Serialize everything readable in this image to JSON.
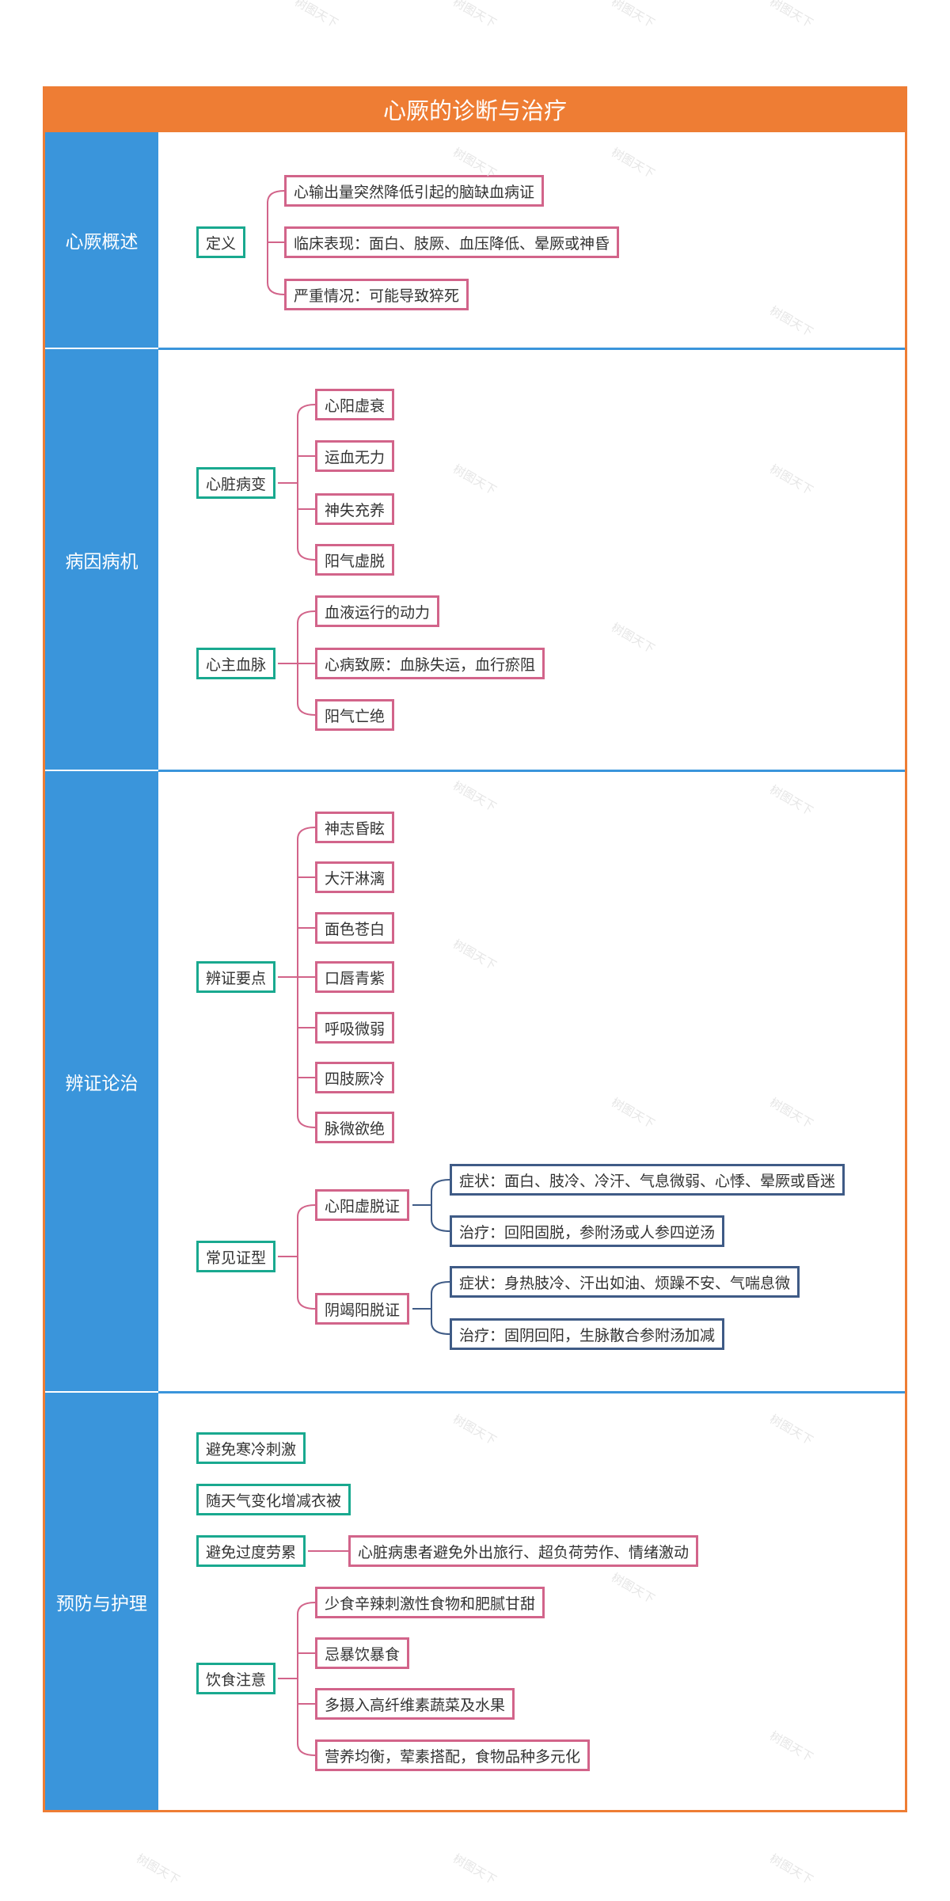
{
  "title": "心厥的诊断与治疗",
  "watermark": "树图天下",
  "colors": {
    "header": "#ee7d34",
    "section": "#3a95db",
    "level1_border": "#19a98f",
    "level2_border": "#d2648a",
    "level3_border": "#3f5b86"
  },
  "sections": [
    {
      "label": "心厥概述",
      "groups": [
        {
          "label": "定义",
          "children": [
            {
              "label": "心输出量突然降低引起的脑缺血病证"
            },
            {
              "label": "临床表现：面白、肢厥、血压降低、晕厥或神昏"
            },
            {
              "label": "严重情况：可能导致猝死"
            }
          ]
        }
      ]
    },
    {
      "label": "病因病机",
      "groups": [
        {
          "label": "心脏病变",
          "children": [
            {
              "label": "心阳虚衰"
            },
            {
              "label": "运血无力"
            },
            {
              "label": "神失充养"
            },
            {
              "label": "阳气虚脱"
            }
          ]
        },
        {
          "label": "心主血脉",
          "children": [
            {
              "label": "血液运行的动力"
            },
            {
              "label": "心病致厥：血脉失运，血行瘀阻"
            },
            {
              "label": "阳气亡绝"
            }
          ]
        }
      ]
    },
    {
      "label": "辨证论治",
      "groups": [
        {
          "label": "辨证要点",
          "children": [
            {
              "label": "神志昏眩"
            },
            {
              "label": "大汗淋漓"
            },
            {
              "label": "面色苍白"
            },
            {
              "label": "口唇青紫"
            },
            {
              "label": "呼吸微弱"
            },
            {
              "label": "四肢厥冷"
            },
            {
              "label": "脉微欲绝"
            }
          ]
        },
        {
          "label": "常见证型",
          "children": [
            {
              "label": "心阳虚脱证",
              "children": [
                {
                  "label": "症状：面白、肢冷、冷汗、气息微弱、心悸、晕厥或昏迷"
                },
                {
                  "label": "治疗：回阳固脱，参附汤或人参四逆汤"
                }
              ]
            },
            {
              "label": "阴竭阳脱证",
              "children": [
                {
                  "label": "症状：身热肢冷、汗出如油、烦躁不安、气喘息微"
                },
                {
                  "label": "治疗：固阴回阳，生脉散合参附汤加减"
                }
              ]
            }
          ]
        }
      ]
    },
    {
      "label": "预防与护理",
      "groups": [
        {
          "label": "避免寒冷刺激",
          "children": []
        },
        {
          "label": "随天气变化增减衣被",
          "children": []
        },
        {
          "label": "避免过度劳累",
          "children": [
            {
              "label": "心脏病患者避免外出旅行、超负荷劳作、情绪激动"
            }
          ]
        },
        {
          "label": "饮食注意",
          "children": [
            {
              "label": "少食辛辣刺激性食物和肥腻甘甜"
            },
            {
              "label": "忌暴饮暴食"
            },
            {
              "label": "多摄入高纤维素蔬菜及水果"
            },
            {
              "label": "营养均衡，荤素搭配，食物品种多元化"
            }
          ]
        }
      ]
    }
  ]
}
